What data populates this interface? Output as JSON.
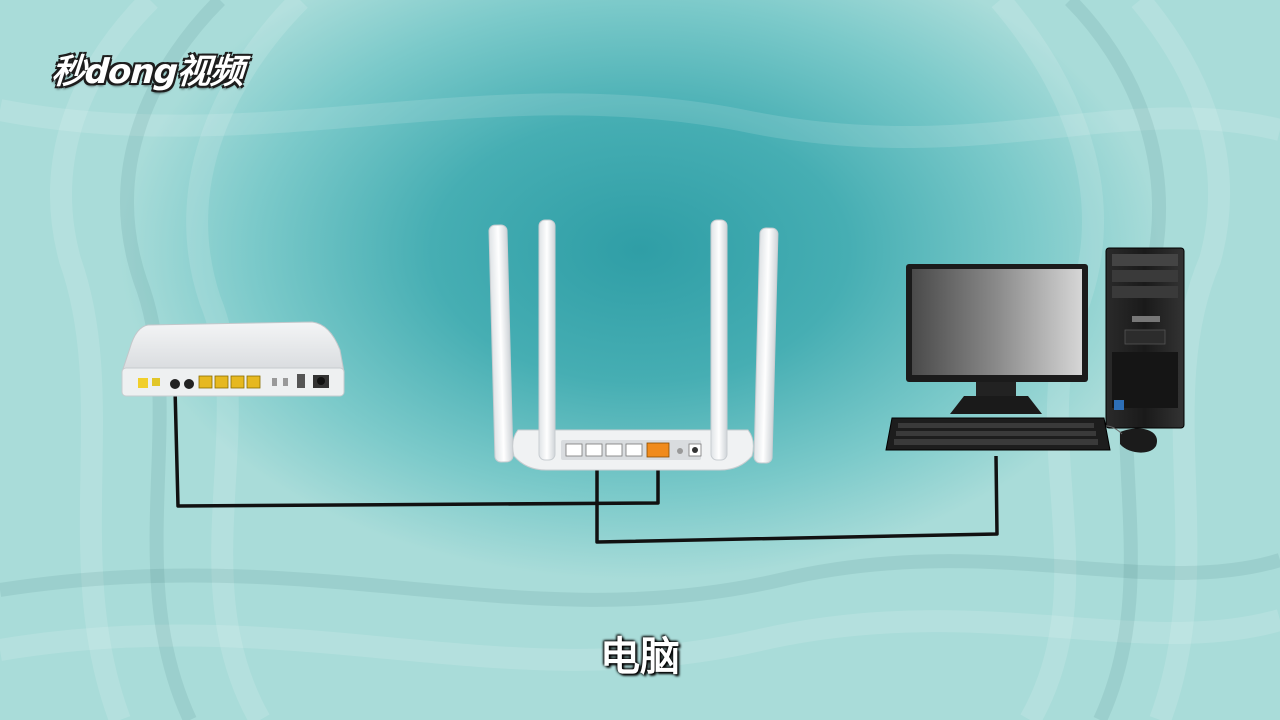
{
  "brand": {
    "logo_text": "秒dong视频"
  },
  "caption": {
    "text": "电脑"
  },
  "diagram": {
    "nodes": [
      {
        "id": "modem",
        "icon": "modem-icon"
      },
      {
        "id": "router",
        "icon": "wireless-router-icon"
      },
      {
        "id": "computer",
        "icon": "desktop-computer-icon"
      }
    ],
    "connections": [
      {
        "from": "modem",
        "to": "router",
        "icon": "ethernet-cable"
      },
      {
        "from": "router",
        "to": "computer",
        "icon": "ethernet-cable"
      }
    ]
  }
}
